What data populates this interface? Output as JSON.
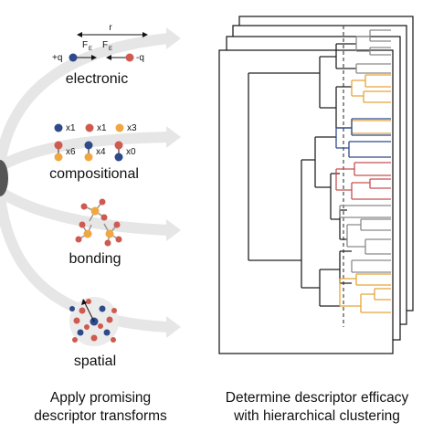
{
  "left_panel": {
    "transforms": [
      {
        "label": "electronic"
      },
      {
        "label": "compositional"
      },
      {
        "label": "bonding"
      },
      {
        "label": "spatial"
      }
    ],
    "electronic": {
      "r": "r",
      "fe_left": "F",
      "fe_right": "F",
      "fe_sub": "E",
      "q_pos": "+q",
      "q_neg": "-q"
    },
    "compositional": {
      "counts_row1": [
        "x1",
        "x1",
        "x3"
      ],
      "counts_row2": [
        "x6",
        "x4",
        "x0"
      ]
    },
    "caption_line1": "Apply promising",
    "caption_line2": "descriptor transforms"
  },
  "right_panel": {
    "caption_line1": "Determine descriptor efficacy",
    "caption_line2": "with hierarchical clustering"
  },
  "colors": {
    "arrow": "#e6e6e6",
    "gray_branch": "#8a8a8a",
    "orange_branch": "#e8a33a",
    "blue_branch": "#2e4a8c",
    "red_branch": "#c65050",
    "atom_blue": "#2f4a8a",
    "atom_red": "#cf5a4f",
    "atom_orange": "#f0a742"
  }
}
